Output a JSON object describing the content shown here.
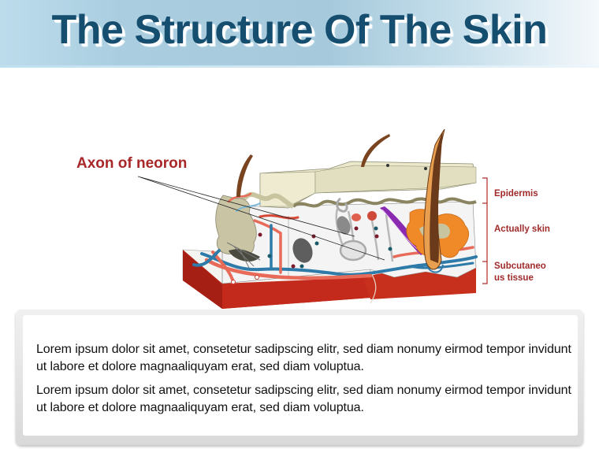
{
  "header": {
    "title": "The Structure Of The Skin"
  },
  "diagram": {
    "pointer_label": "Axon of neoron",
    "layers": [
      {
        "label": "Epidermis"
      },
      {
        "label": "Actually skin"
      },
      {
        "label": "Subcutaneo us tissue",
        "line1": "Subcutaneo",
        "line2": "us tissue"
      }
    ],
    "colors": {
      "label_red": "#a8282a",
      "title_blue": "#164e70",
      "subcutaneous_red": "#c0281c",
      "epidermis_beige": "#e9e6c8",
      "hair_brown": "#7a4420",
      "gland_orange": "#f08a28",
      "artery_red": "#e05a4a",
      "vein_blue": "#2e7aa8",
      "muscle_purple": "#8a2ab0"
    }
  },
  "text_box": {
    "paragraphs": [
      "Lorem ipsum dolor sit amet, consetetur sadipscing elitr, sed diam nonumy eirmod tempor invidunt ut labore et dolore magnaaliquyam erat, sed diam voluptua.",
      "Lorem ipsum dolor sit amet, consetetur sadipscing elitr, sed diam nonumy eirmod tempor invidunt ut labore et dolore magnaaliquyam erat, sed diam voluptua."
    ]
  }
}
